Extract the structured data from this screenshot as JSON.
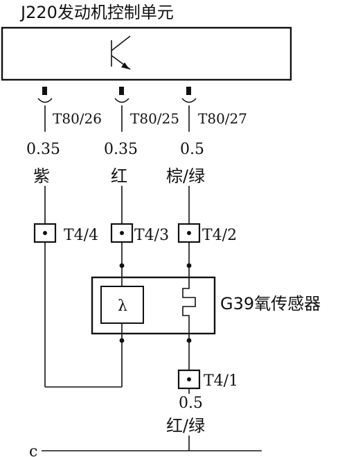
{
  "title": "J220发动机控制单元",
  "ecu_pins": [
    {
      "id": "T80/26",
      "gauge": "0.35",
      "color": "紫"
    },
    {
      "id": "T80/25",
      "gauge": "0.35",
      "color": "红"
    },
    {
      "id": "T80/27",
      "gauge": "0.5",
      "color": "棕/绿"
    }
  ],
  "connector_pins": [
    "T4/4",
    "T4/3",
    "T4/2"
  ],
  "sensor": {
    "name": "G39氧传感器",
    "element_symbol": "λ"
  },
  "ground_pin": {
    "id": "T4/1",
    "gauge": "0.5",
    "color": "红/绿"
  },
  "ground_label": "c"
}
